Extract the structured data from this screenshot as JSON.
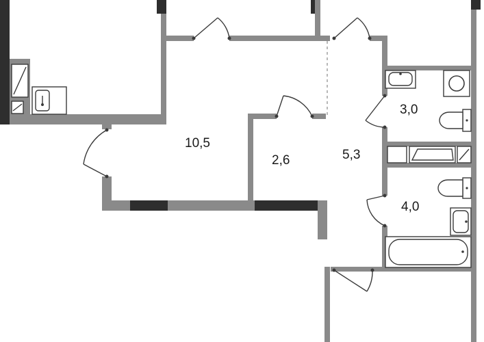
{
  "rooms": [
    {
      "id": "hall",
      "area": "10,5"
    },
    {
      "id": "closet",
      "area": "2,6"
    },
    {
      "id": "corridor",
      "area": "5,3"
    },
    {
      "id": "bathroom-top",
      "area": "3,0"
    },
    {
      "id": "bathroom-bottom",
      "area": "4,0"
    }
  ],
  "colors": {
    "wall": "#8a8a8a",
    "wall_dark": "#2e2e2e",
    "line": "#3a3a3a"
  }
}
